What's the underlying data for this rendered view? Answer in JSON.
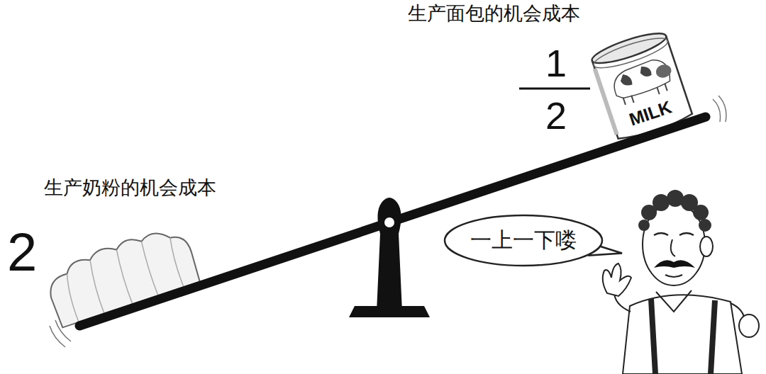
{
  "diagram": {
    "nodes": [
      {
        "text": [
          "一上一下喽"
        ]
      }
    ],
    "labels": [
      "生产面包的机会成本",
      "1",
      "2",
      "MILK",
      "生产奶粉的机会成本",
      "2"
    ]
  }
}
